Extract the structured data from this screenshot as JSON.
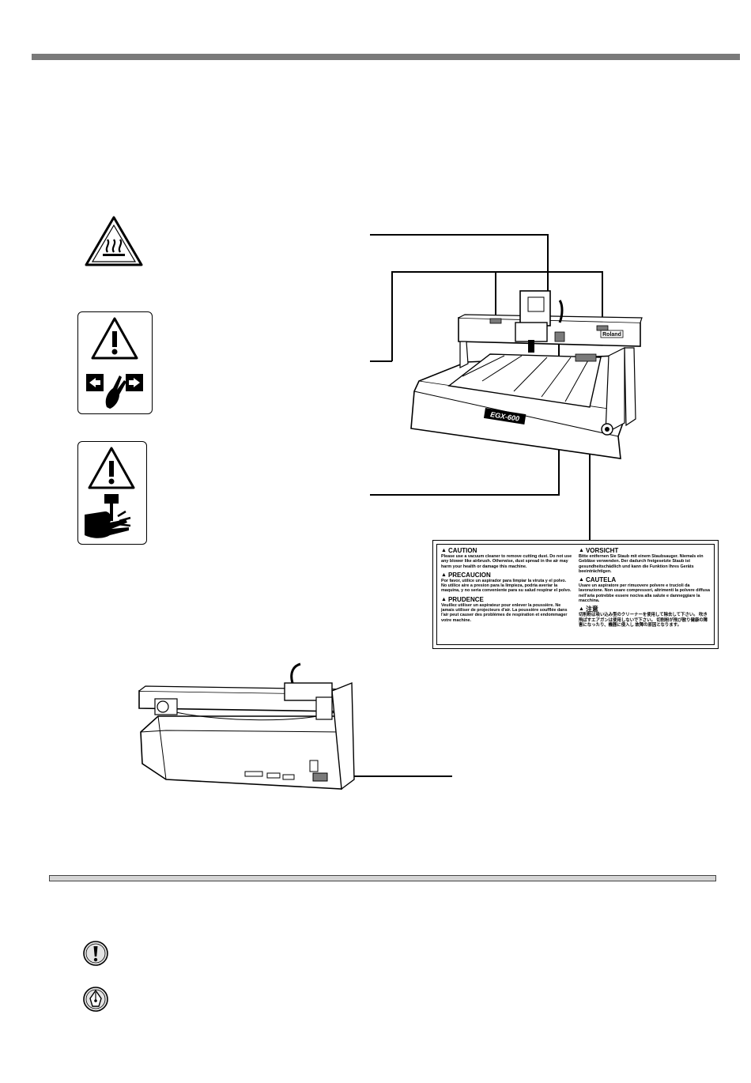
{
  "caution_label": {
    "left_column": [
      {
        "heading": "CAUTION",
        "body": "Please use a vacuum cleaner to remove cutting dust. Do not use any blower like airbrush. Otherwise, dust spread in the air may harm your health or damage this machine."
      },
      {
        "heading": "PRECAUCION",
        "body": "Por favor, utilice un aspirador para limpiar la viruta y el polvo. No utilice aire a presion para la limpieza, podria averiar la maquina, y no seria conveniente para su salud respirar el polvo."
      },
      {
        "heading": "PRUDENCE",
        "body": "Veuillez utiliser un aspirateur pour enlever la poussière. Ne jamais utiliser de projecteurs d'air. La poussière soufflée dans l'air peut causer des problèmes de respiration et endommager votre machine."
      }
    ],
    "right_column": [
      {
        "heading": "VORSICHT",
        "body": "Bitte entfernen Sie Staub mit einem Staubsauger. Niemals ein Gebläse verwenden. Der dadurch freigesetzte Staub ist gesundheitschädlich und kann die Funktion Ihres Geräts beeinträchtigen."
      },
      {
        "heading": "CAUTELA",
        "body": "Usare un aspiratore per rimuovere polvere e trucioli da lavorazione. Non usare compressori, altrimenti la polvere diffusa nell'aria potrebbe essere nociva alla salute e danneggiare la macchina."
      },
      {
        "heading": "注意",
        "body": "切削粉は吸い込み型のクリーナーを使用して除去して下さい。 吹き飛ばすエアガンは使用しないで下さい。 切削粉が飛び散り健康の障害になったり、機器に侵入し 故障の原因となります。"
      }
    ]
  },
  "machine": {
    "brand": "Roland",
    "model": "EGX-600"
  },
  "icons": {
    "hot_surface": "hot-surface-warning-icon",
    "pinch": "pinch-hazard-warning-icon",
    "sharp_tool": "sharp-tool-warning-icon",
    "important_note": "exclamation-note-icon",
    "tip_note": "pen-tip-note-icon"
  },
  "colors": {
    "rule_gray": "#7a7a7a",
    "line_black": "#000000"
  }
}
